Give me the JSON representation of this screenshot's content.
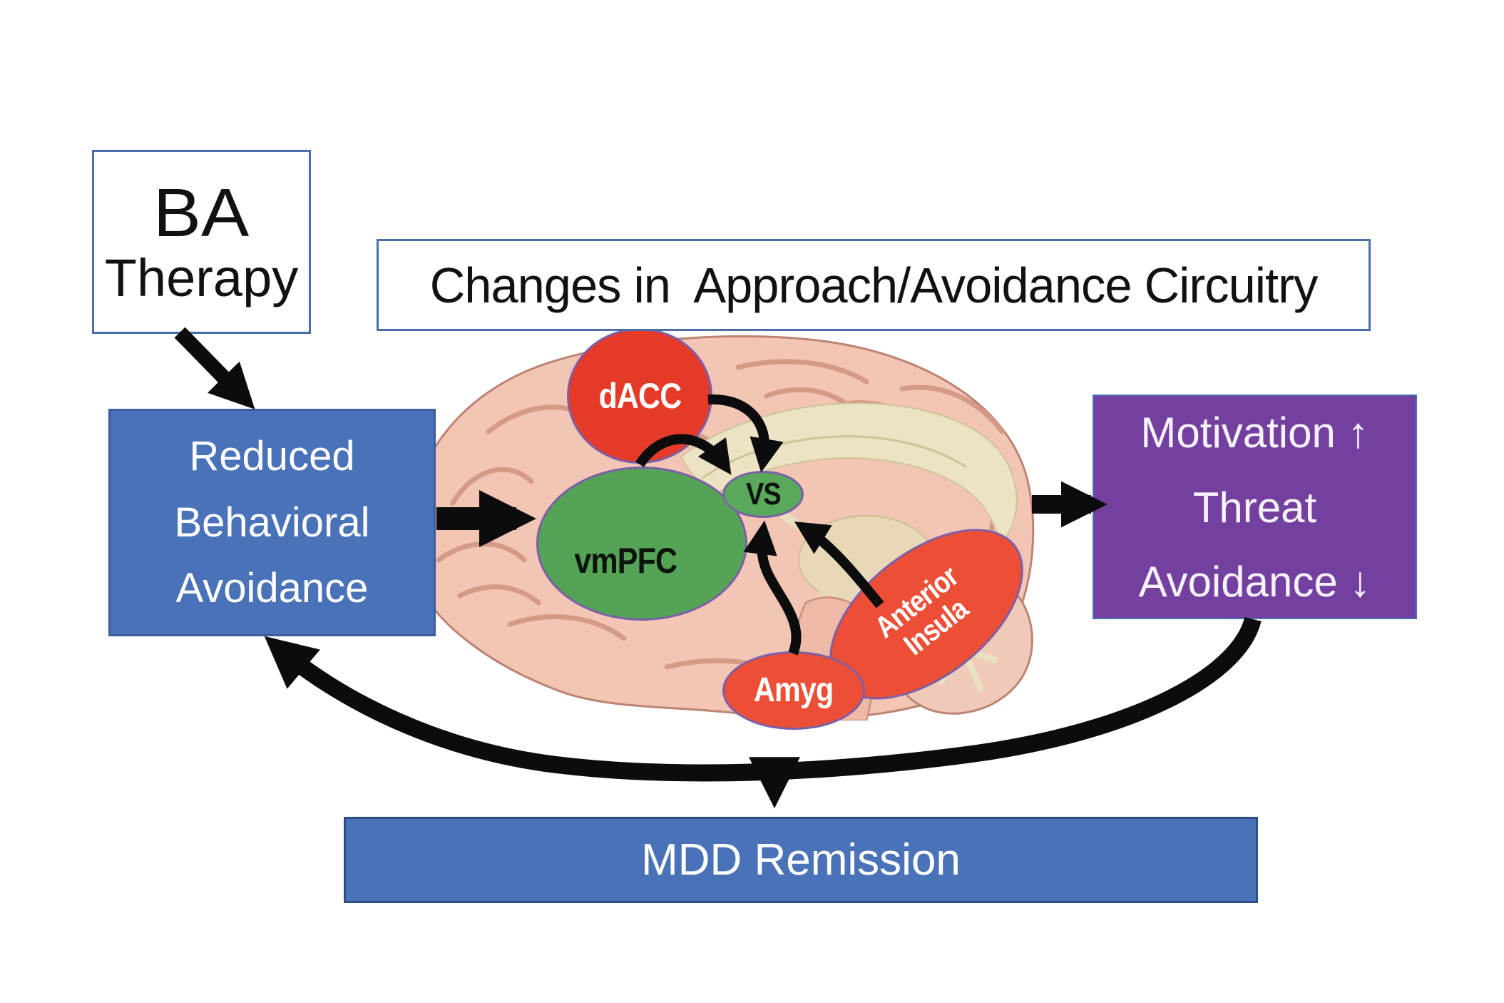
{
  "figure": {
    "ba_box": {
      "line1": "BA",
      "line2": "Therapy"
    },
    "title_box": {
      "text": "Changes in  Approach/Avoidance Circuitry"
    },
    "reduced_box": {
      "line1": "Reduced",
      "line2": "Behavioral",
      "line3": "Avoidance"
    },
    "outcome_box": {
      "line1": "Motivation ↑",
      "line2": "Threat",
      "line3": "Avoidance ↓"
    },
    "mdd_box": {
      "text": "MDD Remission"
    },
    "regions": {
      "dacc": {
        "label": "dACC"
      },
      "vmpfc": {
        "label": "vmPFC"
      },
      "vs": {
        "label": "VS"
      },
      "anterior_insula": {
        "line1": "Anterior",
        "line2": "Insula"
      },
      "amyg": {
        "label": "Amyg"
      }
    },
    "connections": [
      {
        "from": "BA Therapy",
        "to": "Reduced Behavioral Avoidance"
      },
      {
        "from": "Reduced Behavioral Avoidance",
        "to": "Approach/Avoidance circuitry"
      },
      {
        "from": "dACC",
        "to": "VS"
      },
      {
        "from": "vmPFC",
        "to": "VS"
      },
      {
        "from": "Amyg",
        "to": "VS"
      },
      {
        "from": "Anterior Insula",
        "to": "VS"
      },
      {
        "from": "Approach/Avoidance circuitry",
        "to": "Motivation up / Threat Avoidance down"
      },
      {
        "from": "Motivation up / Threat Avoidance down",
        "to": "Reduced Behavioral Avoidance"
      },
      {
        "from": "Motivation up / Threat Avoidance down",
        "to": "MDD Remission"
      }
    ],
    "palette": {
      "box_blue": "#4a72b8",
      "box_blue_border": "#2e4e87",
      "outline_border_blue": "#4a6fa8",
      "outcome_purple": "#7440a0",
      "region_red": "#e63a28",
      "region_orange_red": "#ed4e36",
      "region_green": "#54a356",
      "region_border_purple": "#7c5fa8",
      "arrow_black": "#0c0c0c",
      "brain_pink": "#f2c5b4",
      "brain_gyri_pink": "#d49a87",
      "brain_beige": "#ebe3c4"
    }
  }
}
